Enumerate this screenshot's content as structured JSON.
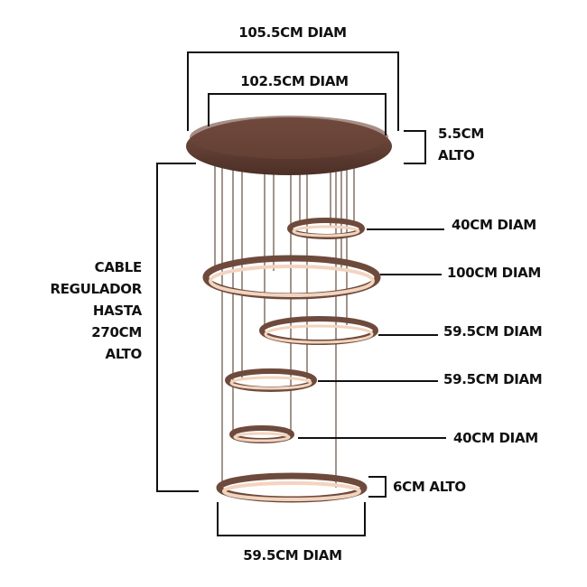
{
  "labels": {
    "top_outer": "105.5CM DIAM",
    "top_inner": "102.5CM DIAM",
    "canopy_height_1": "5.5CM",
    "canopy_height_2": "ALTO",
    "ring1": "40CM DIAM",
    "ring2": "100CM DIAM",
    "ring3": "59.5CM DIAM",
    "ring4": "59.5CM DIAM",
    "ring5": "40CM DIAM",
    "ring6_height": "6CM ALTO",
    "bottom": "59.5CM DIAM",
    "cable_1": "CABLE",
    "cable_2": "REGULADOR",
    "cable_3": "HASTA",
    "cable_4": "270CM",
    "cable_5": "ALTO"
  },
  "colors": {
    "ring_outer": "#6e4a3c",
    "ring_light": "#f3d4bf",
    "canopy": "#5a3a30",
    "cable": "#8a7a70",
    "line": "#111111"
  }
}
